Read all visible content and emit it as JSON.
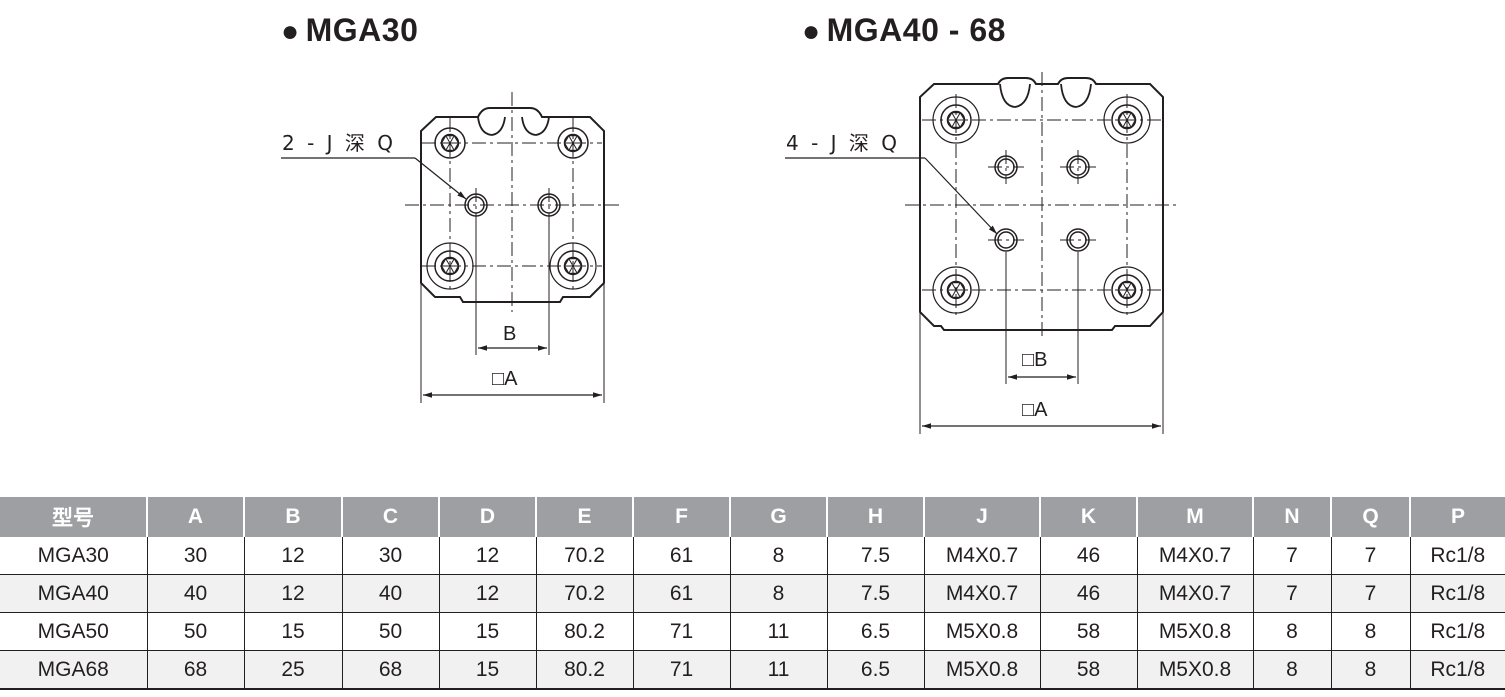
{
  "diagrams": [
    {
      "title": "MGA30",
      "callout": "2 - J 深 Q",
      "dim_b": "B",
      "dim_a": "□A"
    },
    {
      "title": "MGA40 - 68",
      "callout": "4 - J 深 Q",
      "dim_b": "□B",
      "dim_a": "□A"
    }
  ],
  "table": {
    "headers": [
      "型号",
      "A",
      "B",
      "C",
      "D",
      "E",
      "F",
      "G",
      "H",
      "J",
      "K",
      "M",
      "N",
      "Q",
      "P"
    ],
    "rows": [
      [
        "MGA30",
        "30",
        "12",
        "30",
        "12",
        "70.2",
        "61",
        "8",
        "7.5",
        "M4X0.7",
        "46",
        "M4X0.7",
        "7",
        "7",
        "Rc1/8"
      ],
      [
        "MGA40",
        "40",
        "12",
        "40",
        "12",
        "70.2",
        "61",
        "8",
        "7.5",
        "M4X0.7",
        "46",
        "M4X0.7",
        "7",
        "7",
        "Rc1/8"
      ],
      [
        "MGA50",
        "50",
        "15",
        "50",
        "15",
        "80.2",
        "71",
        "11",
        "6.5",
        "M5X0.8",
        "58",
        "M5X0.8",
        "8",
        "8",
        "Rc1/8"
      ],
      [
        "MGA68",
        "68",
        "25",
        "68",
        "15",
        "80.2",
        "71",
        "11",
        "6.5",
        "M5X0.8",
        "58",
        "M5X0.8",
        "8",
        "8",
        "Rc1/8"
      ]
    ]
  }
}
